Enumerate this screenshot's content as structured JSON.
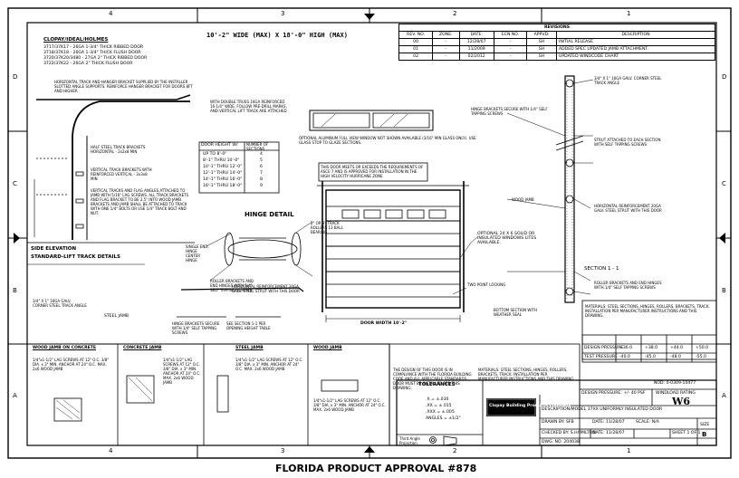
{
  "sheet": {
    "col_labels": [
      "4",
      "3",
      "2",
      "1"
    ],
    "row_labels": [
      "D",
      "C",
      "B",
      "A"
    ],
    "footer": "FLORIDA PRODUCT APPROVAL #878"
  },
  "header": {
    "size_note": "10'-2\" WIDE (MAX) X 18'-0\" HIGH (MAX)"
  },
  "models": {
    "title": "CLOPAY/IDEAL/HOLMES",
    "lines": [
      "3717/37K17 - 26GA 1-3/4\" THICK RIBBED DOOR",
      "3718/37K18 - 26GA 1-3/4\" THICK FLUSH DOOR",
      "3720/37K20/3480 - 27GA 2\" THICK RIBBED DOOR",
      "3722/37K22 - 26GA 2\" THICK FLUSH DOOR"
    ]
  },
  "revisions": {
    "title": "REVISIONS",
    "headers": [
      "REV. NO.",
      "ZONE:",
      "DATE:",
      "ECN NO.",
      "APPVD:",
      "DESCRIPTION"
    ],
    "rows": [
      [
        "00",
        "-",
        "12/28/07",
        "-",
        "SH",
        "INITIAL RELEASE"
      ],
      [
        "01",
        "-",
        "11/2009",
        "-",
        "SH",
        "ADDED SPEC UPDATED JAMB ATTACHMENT."
      ],
      [
        "02",
        "-",
        "02/2012",
        "-",
        "SH",
        "UPDATED WINDCODE CHART"
      ]
    ]
  },
  "notes": {
    "top_left": "HORIZONTAL TRACK AND HANGER BRACKET SUPPLIED BY THE INSTALLER SLOTTED ANGLE SUPPORTS. REINFORCE HANGER BRACKET FOR DOORS 8FT AND HIGHER",
    "half_steel": "HALF STEEL TRACK BRACKETS HORIZONTAL - 2x2x8 MIN",
    "vertical_track": "VERTICAL TRACK BRACKETS WITH REINFORCED VERTICAL - 3x3x8 MIN",
    "vertical_tracks_long": "VERTICAL TRACKS AND FLAG ANGLES ATTACHED TO JAMB WITH 5/16\" LAG SCREWS. ALL TRACK BRACKETS AND FLAG BRACKET TO BE 2.5\" INTO WOOD JAMB. BRACKETS AND JAMB SHALL BE ATTACHED TO TRACK WITH ONE 1/4\" BOLTS OR USE 1/4\" TRACK BOLT AND NUT.",
    "struts": "WITH DOUBLE TRUSS 16GA REINFORCED 16-1/4\" WIDE, FOLLOW PRE-DRILL MARKS, AND VERTICAL LIFT TRACK ARE ATTACHED",
    "center_glazing": "OPTIONAL ALUMINUM FULL VIEW WINDOW NOT SHOWN AVAILABLE (3/16\" MIN GLASS ONLY). USE GLASS STOP TO GLAZE SECTIONS.",
    "center_red": "THIS DOOR MEETS OR EXCEEDS THE REQUIREMENTS OF ASCE 7 AND IS APPROVED FOR INSTALLATION IN THE HIGH VELOCITY HURRICANE ZONE",
    "windows": "OPTIONAL 24 X 6 SOLID OR INSULATED WINDOWS LITES AVAILABLE.",
    "two_point": "TWO POINT LOCKING",
    "r1": "3/4\" X 1\" 16GA GALV. CORNER STEEL TRACK ANGLE",
    "r2": "HINGE BRACKETS SECURE WITH 1/4\" SELF TAPPING SCREWS",
    "r3": "SEE SECTION 1-1 PER OPENING HEIGHT TABLE",
    "r4": "2\" OR 3\" TRACK ROLLERS 13 BALL BEARING",
    "r5": "SINGLE END HINGE CENTER HINGE",
    "r6": "STRUT ATTACHED TO EACH SECTION WITH SELF TAPPING SCREWS",
    "r7": "HORIZONTAL REINFORCEMENT 20GA GALV. STEEL STRUT WITH THIS DOOR",
    "r8": "ROLLER BRACKETS AND END HINGES WITH 1/4\" SELF TAPPING SCREWS",
    "r9": "WOOD JAMB",
    "r10": "BOTTOM SECTION WITH WEATHER SEAL",
    "section_label": "SECTION 1 - 1",
    "side_elevation": "SIDE ELEVATION",
    "track_details": "STANDARD-LIFT TRACK DETAILS",
    "hinge_detail": "HINGE DETAIL",
    "door_width": "DOOR WIDTH 10'-2\"",
    "steel_jamb": "STEEL JAMB",
    "jamb_titles": [
      "WOOD JAMB ON CONCRETE",
      "CONCRETE JAMB",
      "STEEL JAMB",
      "WOOD JAMB"
    ],
    "jamb_text": "1/4\"x1-1/2\" LAG SCREWS AT 12\" O.C. 3/8\" DIA. x 3\" MIN. ANCHOR AT 24\" O.C. MAX. 2x6 WOOD JAMB",
    "approval_block": "THE DESIGN OF THIS DOOR IS IN COMPLIANCE WITH THE FLORIDA BUILDING CODE AND ALL APPLICABLE STANDARDS. DOOR MUST BE INSTALLED PER THIS DRAWING.",
    "materials": "MATERIALS: STEEL SECTIONS, HINGES, ROLLERS, BRACKETS, TRACK. INSTALLATION PER MANUFACTURER INSTRUCTIONS AND THIS DRAWING."
  },
  "sections_table": {
    "headers": [
      "DOOR HEIGHT W/",
      "NUMBER OF SECTIONS"
    ],
    "rows": [
      [
        "UP TO 8'-0\"",
        "4"
      ],
      [
        "8'-1\" THRU 10'-0\"",
        "5"
      ],
      [
        "10'-1\" THRU 12'-0\"",
        "6"
      ],
      [
        "12'-1\" THRU 14'-0\"",
        "7"
      ],
      [
        "14'-1\" THRU 16'-0\"",
        "8"
      ],
      [
        "16'-1\" THRU 18'-0\"",
        "9"
      ]
    ]
  },
  "load_table": {
    "label1": "DESIGN PRESSURE",
    "label2": "TEST PRESSURE",
    "row1": [
      "+36.0",
      "+38.0",
      "+44.0",
      "+50.0"
    ],
    "row2": [
      "-40.0",
      "-45.0",
      "-48.0",
      "-55.0"
    ]
  },
  "title_block": {
    "tolerances_title": "TOLERANCES",
    "tolerances": [
      ".X = ±.030",
      ".XX = ±.015",
      ".XXX = ±.005",
      "ANGLES = ±1/2°"
    ],
    "third_angle": "Third Angle Projection",
    "company": "Clopay Building Products Company",
    "description": "DESCRIPTION/MODEL 37XX UNIFORMLY INSULATED DOOR",
    "drawn_by": "DRAWN BY: SFB",
    "checked_by": "CHECKED BY: S.HAMILTON",
    "date1": "DATE: 11/28/07",
    "date2": "DATE: 11/28/07",
    "scale": "SCALE: N/A",
    "sheet": "SHEET 1 OF 1",
    "dwg_no": "DWG. NO. 204038",
    "size": "SIZE",
    "size_val": "B",
    "nod": "NOD: 0-0309-10477",
    "windload_title": "WINDLOAD RATING",
    "windload_code": "W6",
    "design_pressure": "DESIGN PRESSURE: +/- 40 PSF"
  }
}
